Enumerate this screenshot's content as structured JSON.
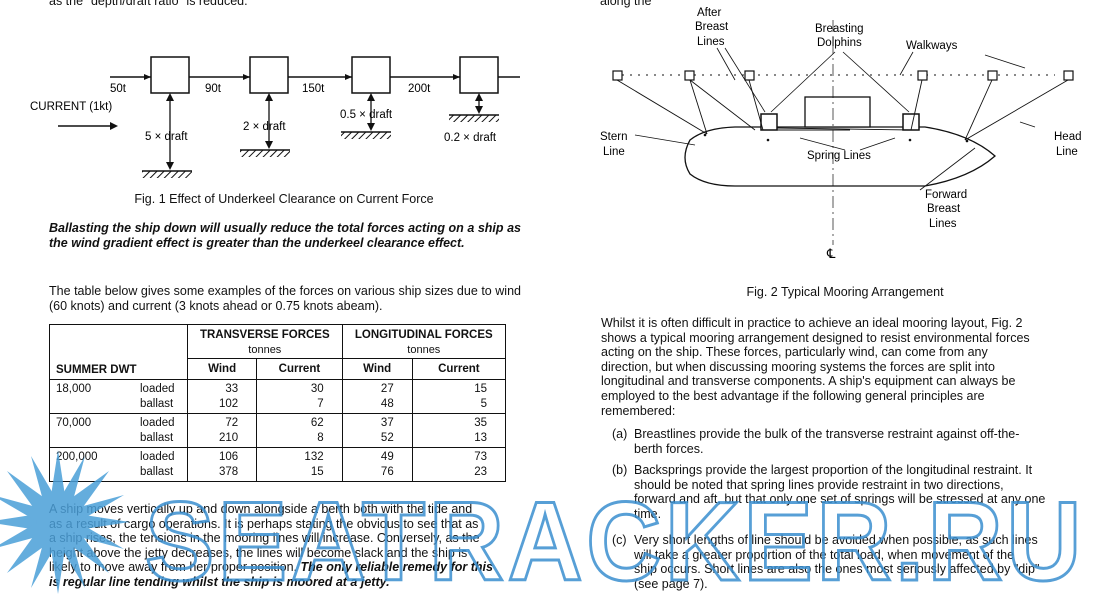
{
  "top_fragment": "as the \"depth/draft ratio\" is reduced.",
  "fig1": {
    "current_label": "CURRENT (1kt)",
    "forces": [
      "50t",
      "90t",
      "150t",
      "200t"
    ],
    "clearances": [
      "5 × draft",
      "2 × draft",
      "0.5 × draft",
      "0.2 × draft"
    ],
    "caption": "Fig. 1   Effect of Underkeel Clearance on Current Force"
  },
  "ballast_note": "Ballasting the ship down will usually reduce the total forces acting on a ship as the wind gradient effect is greater than the underkeel clearance effect.",
  "table_intro": "The table below gives some examples of the forces on various ship sizes due to wind (60 knots) and current (3 knots ahead or 0.75 knots abeam).",
  "table": {
    "transverse_head": "TRANSVERSE FORCES",
    "longitudinal_head": "LONGITUDINAL FORCES",
    "unit": "tonnes",
    "dwt_head": "SUMMER DWT",
    "wind": "Wind",
    "current": "Current",
    "rows": [
      {
        "dwt": "18,000",
        "c1": "loaded",
        "c2": "ballast",
        "tw1": "33",
        "tw2": "102",
        "tc1": "30",
        "tc2": "7",
        "lw1": "27",
        "lw2": "48",
        "lc1": "15",
        "lc2": "5"
      },
      {
        "dwt": "70,000",
        "c1": "loaded",
        "c2": "ballast",
        "tw1": "72",
        "tw2": "210",
        "tc1": "62",
        "tc2": "8",
        "lw1": "37",
        "lw2": "52",
        "lc1": "35",
        "lc2": "13"
      },
      {
        "dwt": "200,000",
        "c1": "loaded",
        "c2": "ballast",
        "tw1": "106",
        "tw2": "378",
        "tc1": "132",
        "tc2": "15",
        "lw1": "49",
        "lw2": "76",
        "lc1": "73",
        "lc2": "23"
      }
    ]
  },
  "tide_para": {
    "lines": [
      "A ship moves vertically up and down alongside a berth both with the tide and",
      "as a result of cargo operations. It is perhaps stating the obvious to see that as",
      "a ship rises, the tensions in the mooring lines will increase. Conversely, as the",
      "height above the jetty decreases, the lines will become slack and the ship is",
      "likely to move away from her proper position."
    ],
    "emph1": "The only reliable remedy for this",
    "emph2": "is regular line tending whilst the ship is moored at a jetty."
  },
  "top_right_fragment": "along the",
  "fig2": {
    "after_breast": [
      "After",
      "Breast",
      "Lines"
    ],
    "breasting_dolphins": [
      "Breasting",
      "Dolphins"
    ],
    "walkways": "Walkways",
    "stern_line": [
      "Stern",
      "Line"
    ],
    "spring_lines": "Spring Lines",
    "head_line": [
      "Head",
      "Line"
    ],
    "forward_breast": [
      "Forward",
      "Breast",
      "Lines"
    ],
    "centreline": "℄",
    "caption": "Fig. 2   Typical Mooring Arrangement"
  },
  "mooring_para": {
    "lines": [
      "Whilst it is often difficult in practice to achieve an ideal mooring layout, Fig. 2",
      "shows a typical mooring arrangement designed to resist environmental forces",
      "acting on the ship. These forces, particularly wind, can come from any",
      "direction, but when discussing mooring systems the forces are split into",
      "longitudinal and transverse components. A ship's equipment can always be",
      "employed to the best advantage if the following general principles are",
      "remembered:"
    ]
  },
  "principles": [
    {
      "mark": "(a)",
      "lines": [
        "Breastlines provide the bulk of the transverse restraint against off-the-",
        "berth forces."
      ]
    },
    {
      "mark": "(b)",
      "lines": [
        "Backsprings provide the largest proportion of the longitudinal restraint. It",
        "should be noted that spring lines provide restraint in two directions,",
        "forward and aft, but that only one set of springs will be stressed at any one",
        "time."
      ]
    },
    {
      "mark": "(c)",
      "lines": [
        "Very short lengths of line should be avoided when possible, as such lines",
        "will take a greater proportion of the total load, when movement of the",
        "ship occurs. Short lines are also the ones most seriously affected by \"dip\"",
        "(see page 7)."
      ]
    }
  ],
  "watermark": "SEATRACKER.RU"
}
